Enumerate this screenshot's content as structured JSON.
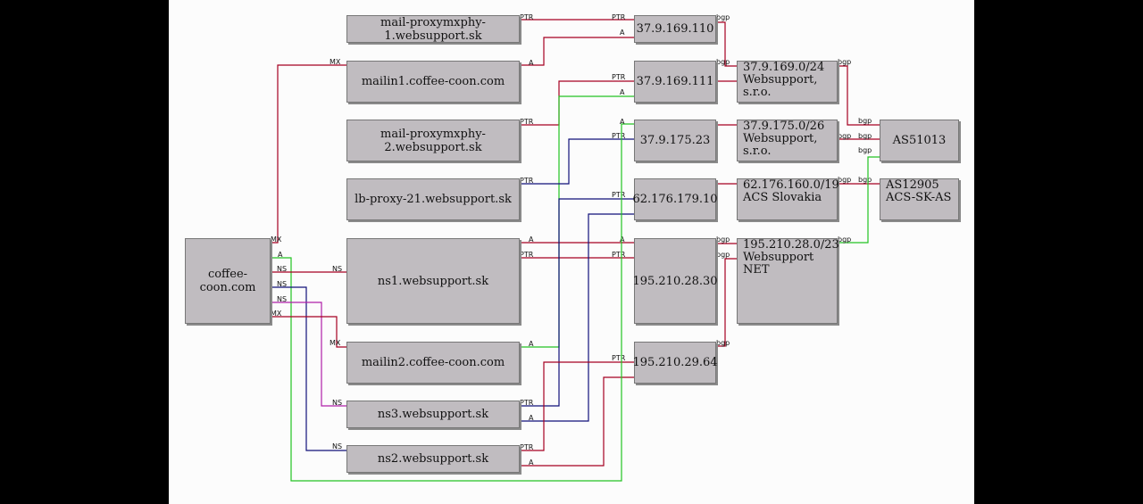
{
  "colors": {
    "red": "#a50021",
    "green": "#22c322",
    "blue": "#10107a",
    "magenta": "#b01fa8"
  },
  "nodes": {
    "mp1": [
      "mail-proxymxphy-1.websupport.sk"
    ],
    "mailin1": [
      "mailin1.coffee-coon.com"
    ],
    "mp2": [
      "mail-proxymxphy-2.websupport.sk"
    ],
    "lb21": [
      "lb-proxy-21.websupport.sk"
    ],
    "coffee": [
      "coffee-coon.com"
    ],
    "ns1": [
      "ns1.websupport.sk"
    ],
    "mailin2": [
      "mailin2.coffee-coon.com"
    ],
    "ns3": [
      "ns3.websupport.sk"
    ],
    "ns2": [
      "ns2.websupport.sk"
    ],
    "ip110": [
      "37.9.169.110"
    ],
    "ip111": [
      "37.9.169.111"
    ],
    "ip175": [
      "37.9.175.23"
    ],
    "ip17910": [
      "62.176.179.10"
    ],
    "ip2830": [
      "195.210.28.30"
    ],
    "ip2964": [
      "195.210.29.64"
    ],
    "net169": [
      "37.9.169.0/24",
      "Websupport, s.r.o."
    ],
    "net175": [
      "37.9.175.0/26",
      "Websupport, s.r.o."
    ],
    "net62": [
      "62.176.160.0/19",
      "ACS Slovakia"
    ],
    "net195": [
      "195.210.28.0/23",
      "Websupport NET"
    ],
    "as51013": [
      "AS51013"
    ],
    "as12905": [
      "AS12905",
      "ACS-SK-AS"
    ]
  },
  "edge_labels": [
    "PTR",
    "A",
    "MX",
    "NS",
    "bgp"
  ]
}
